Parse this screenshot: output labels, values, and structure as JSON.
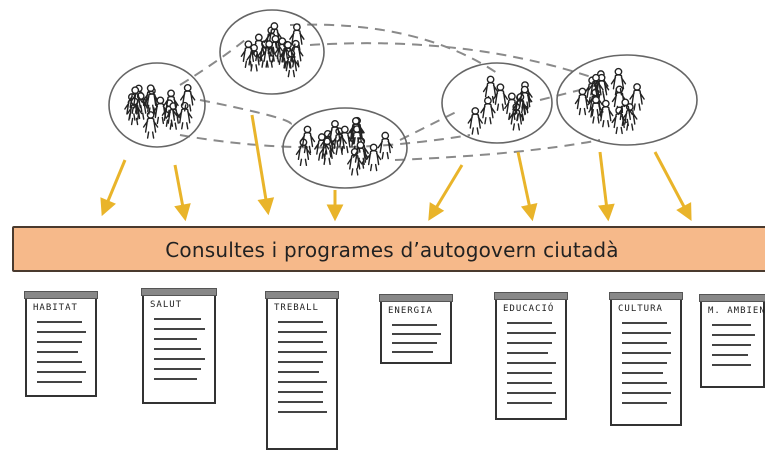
{
  "banner": {
    "label": "Consultes i programes d’autogovern ciutadà"
  },
  "documents": [
    {
      "title": "HABITAT",
      "lines": [
        4,
        5,
        4,
        3,
        4,
        5,
        4
      ]
    },
    {
      "title": "SALUT",
      "lines": [
        4,
        5,
        3,
        4,
        5,
        4,
        3
      ]
    },
    {
      "title": "TREBALL",
      "lines": [
        4,
        5,
        4,
        5,
        4,
        3,
        5,
        4,
        4,
        5
      ]
    },
    {
      "title": "ENERGIA",
      "lines": [
        4,
        5,
        4,
        3
      ]
    },
    {
      "title": "EDUCACIÓ",
      "lines": [
        4,
        5,
        4,
        3,
        5,
        4,
        4,
        5,
        4
      ]
    },
    {
      "title": "CULTURA",
      "lines": [
        4,
        5,
        4,
        5,
        4,
        3,
        4,
        5,
        4
      ]
    },
    {
      "title": "M. AMBIENT",
      "lines": [
        4,
        5,
        4,
        3,
        4
      ]
    }
  ],
  "colors": {
    "banner": "#f6b98a",
    "arrow": "#e9b42a",
    "ink": "#333333"
  }
}
